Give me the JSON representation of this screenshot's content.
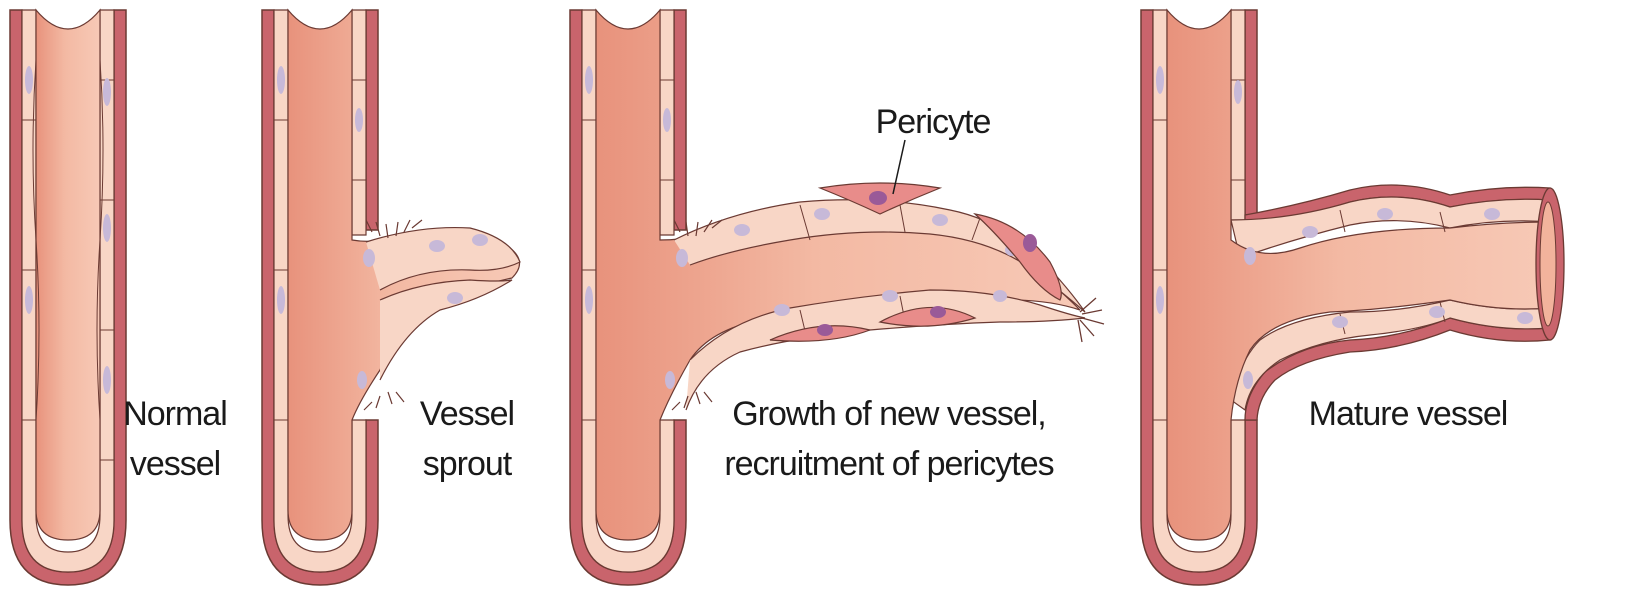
{
  "panels": [
    {
      "id": "normal",
      "label_lines": [
        "Normal",
        "vessel"
      ]
    },
    {
      "id": "sprout",
      "label_lines": [
        "Vessel",
        "sprout"
      ]
    },
    {
      "id": "growth",
      "label_lines": [
        "Growth of new vessel,",
        "recruitment of pericytes"
      ]
    },
    {
      "id": "mature",
      "label_lines": [
        "Mature vessel"
      ]
    }
  ],
  "callout": {
    "label": "Pericyte"
  },
  "colors": {
    "lumen": "#f2b6a0",
    "lumen_dark": "#e7977f",
    "endothelium": "#f8d6c6",
    "basement": "#e9a093",
    "outer": "#c9646c",
    "outline": "#6b3a33",
    "nucleus": "#c7b9d8",
    "pericyte": "#e88c8a",
    "pericyte_nucleus": "#9a5a98"
  }
}
